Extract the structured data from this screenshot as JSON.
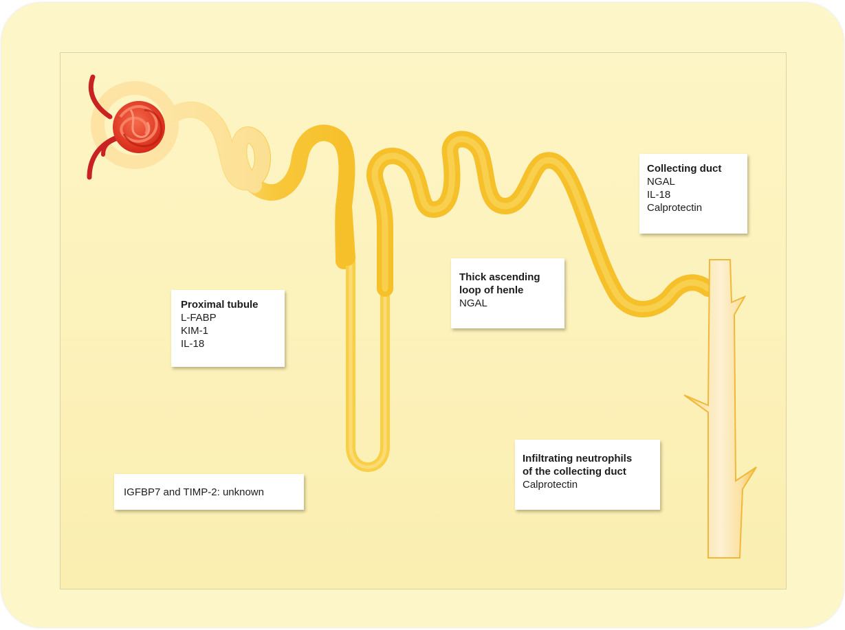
{
  "labels": {
    "proximal_tubule": {
      "title": "Proximal tubule",
      "items": [
        "L-FABP",
        "KIM-1",
        "IL-18"
      ]
    },
    "thick_ascending": {
      "title_line1": "Thick ascending",
      "title_line2": "loop of henle",
      "items": [
        "NGAL"
      ]
    },
    "collecting_duct": {
      "title": "Collecting duct",
      "items": [
        "NGAL",
        "IL-18",
        "Calprotectin"
      ]
    },
    "neutrophils": {
      "title_line1": "Infiltrating neutrophils",
      "title_line2": "of the collecting duct",
      "items": [
        "Calprotectin"
      ]
    },
    "igfbp": {
      "text": "IGFBP7 and TIMP-2: unknown"
    }
  },
  "colors": {
    "background": "#fdf6c8",
    "proximal_tubule": "#fbd97a",
    "distal_tubule": "#f7c52a",
    "collecting_duct": "#fbe9b0",
    "glomerulus": "#e8331c",
    "blood_vessel": "#c41e1e"
  }
}
